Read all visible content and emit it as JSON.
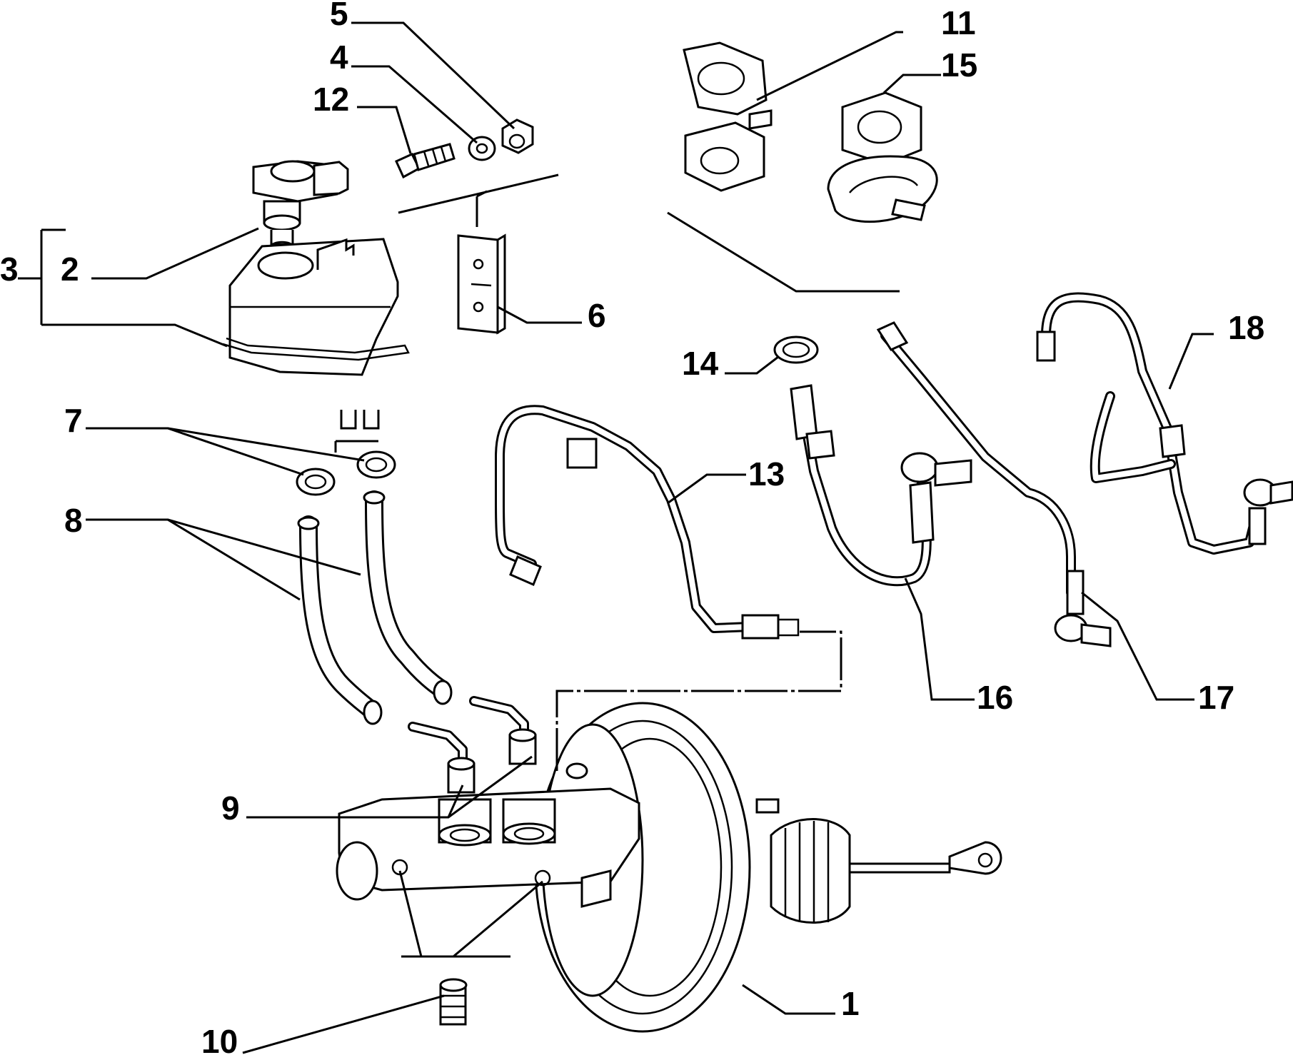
{
  "labels": {
    "l1": "1",
    "l2": "2",
    "l3": "3",
    "l4": "4",
    "l5": "5",
    "l6": "6",
    "l7": "7",
    "l8": "8",
    "l9": "9",
    "l10": "10",
    "l11": "11",
    "l12": "12",
    "l13": "13",
    "l14": "14",
    "l15": "15",
    "l16": "16",
    "l17": "17",
    "l18": "18"
  }
}
